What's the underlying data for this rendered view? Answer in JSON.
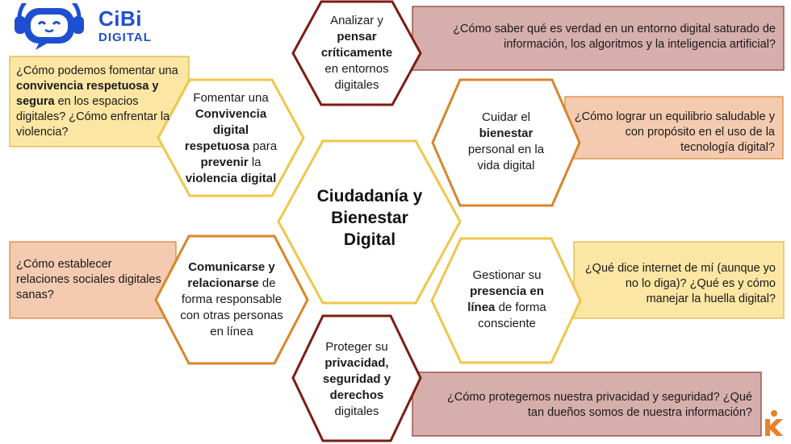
{
  "logo": {
    "line1": "CiBi",
    "line2": "DIGITAL"
  },
  "center": {
    "line1": "Ciudadanía y",
    "line2": "Bienestar",
    "line3": "Digital"
  },
  "hexagons": [
    {
      "id": "top",
      "parts": [
        "Analizar y ",
        "pensar críticamente",
        " en entornos digitales"
      ]
    },
    {
      "id": "left-top",
      "parts": [
        "Fomentar una ",
        "Convivencia digital respetuosa",
        " para ",
        "prevenir",
        " la ",
        "violencia digital"
      ]
    },
    {
      "id": "right-top",
      "parts": [
        "Cuidar el ",
        "bienestar",
        " personal en la vida digital"
      ]
    },
    {
      "id": "left-bottom",
      "parts": [
        "Comunicarse y relacionarse",
        " de forma responsable con otras personas en línea"
      ]
    },
    {
      "id": "right-bottom",
      "parts": [
        "Gestionar su ",
        "presencia en línea",
        " de forma consciente"
      ]
    },
    {
      "id": "bottom",
      "parts": [
        "Proteger su ",
        "privacidad, seguridad y derechos",
        " digitales"
      ]
    }
  ],
  "questions": [
    {
      "id": "q-top",
      "text": "¿Cómo saber qué es verdad en un entorno digital saturado de información, los algoritmos y la inteligencia artificial?"
    },
    {
      "id": "q-right-top",
      "text": "¿Cómo lograr un equilibrio saludable y con propósito en el uso de la tecnología digital?"
    },
    {
      "id": "q-left-top",
      "parts": [
        "¿Cómo podemos fomentar una ",
        "convivencia respetuosa y segura",
        " en los espacios digitales? ¿Cómo enfrentar la violencia?"
      ]
    },
    {
      "id": "q-left-bottom",
      "text": "¿Cómo establecer relaciones sociales digitales sanas?"
    },
    {
      "id": "q-right-bottom",
      "text": "¿Qué dice internet de mí (aunque yo no lo diga)? ¿Qué es y cómo manejar la huella digital?"
    },
    {
      "id": "q-bottom",
      "text": "¿Cómo protegemos nuestra privacidad y seguridad? ¿Qué tan dueños somos de nuestra información?"
    }
  ],
  "colors": {
    "hex_dark": "#7b1d12",
    "hex_orange": "#d8862c",
    "hex_yellow": "#f0c64a",
    "box_rose": "#d6aeab",
    "box_rose_border": "#8a3a33",
    "box_peach": "#f4cbb0",
    "box_peach_border": "#d8862c",
    "box_yellow": "#fbe6a3",
    "box_yellow_border": "#e0b43c",
    "logo_blue": "#1f4fd1"
  }
}
